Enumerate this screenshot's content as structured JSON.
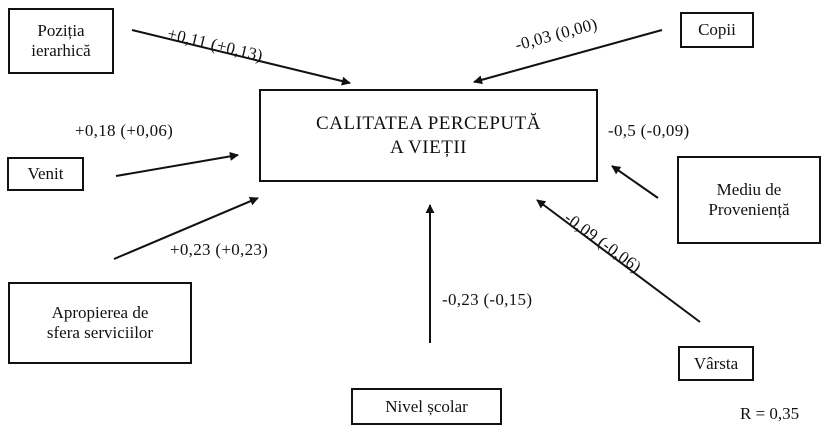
{
  "central": {
    "line1": "CALITATEA PERCEPUTĂ",
    "line2": "A VIEȚII"
  },
  "factors": {
    "pozitia": {
      "line1": "Poziția",
      "line2": "ierarhică",
      "coef": "+0,11 (+0,13)"
    },
    "copii": {
      "line1": "Copii",
      "coef": "-0,03 (0,00)"
    },
    "venit": {
      "line1": "Venit",
      "coef": "+0,18 (+0,06)"
    },
    "mediu": {
      "line1": "Mediu de",
      "line2": "Proveniență",
      "coef": "-0,5 (-0,09)"
    },
    "apropierea": {
      "line1": "Apropierea de",
      "line2": "sfera serviciilor",
      "coef": "+0,23 (+0,23)"
    },
    "varsta": {
      "line1": "Vârsta",
      "coef": "-0,09 (-0,06)"
    },
    "nivel": {
      "line1": "Nivel școlar",
      "coef": "-0,23 (-0,15)"
    }
  },
  "footer": {
    "r_value": "R = 0,35"
  }
}
